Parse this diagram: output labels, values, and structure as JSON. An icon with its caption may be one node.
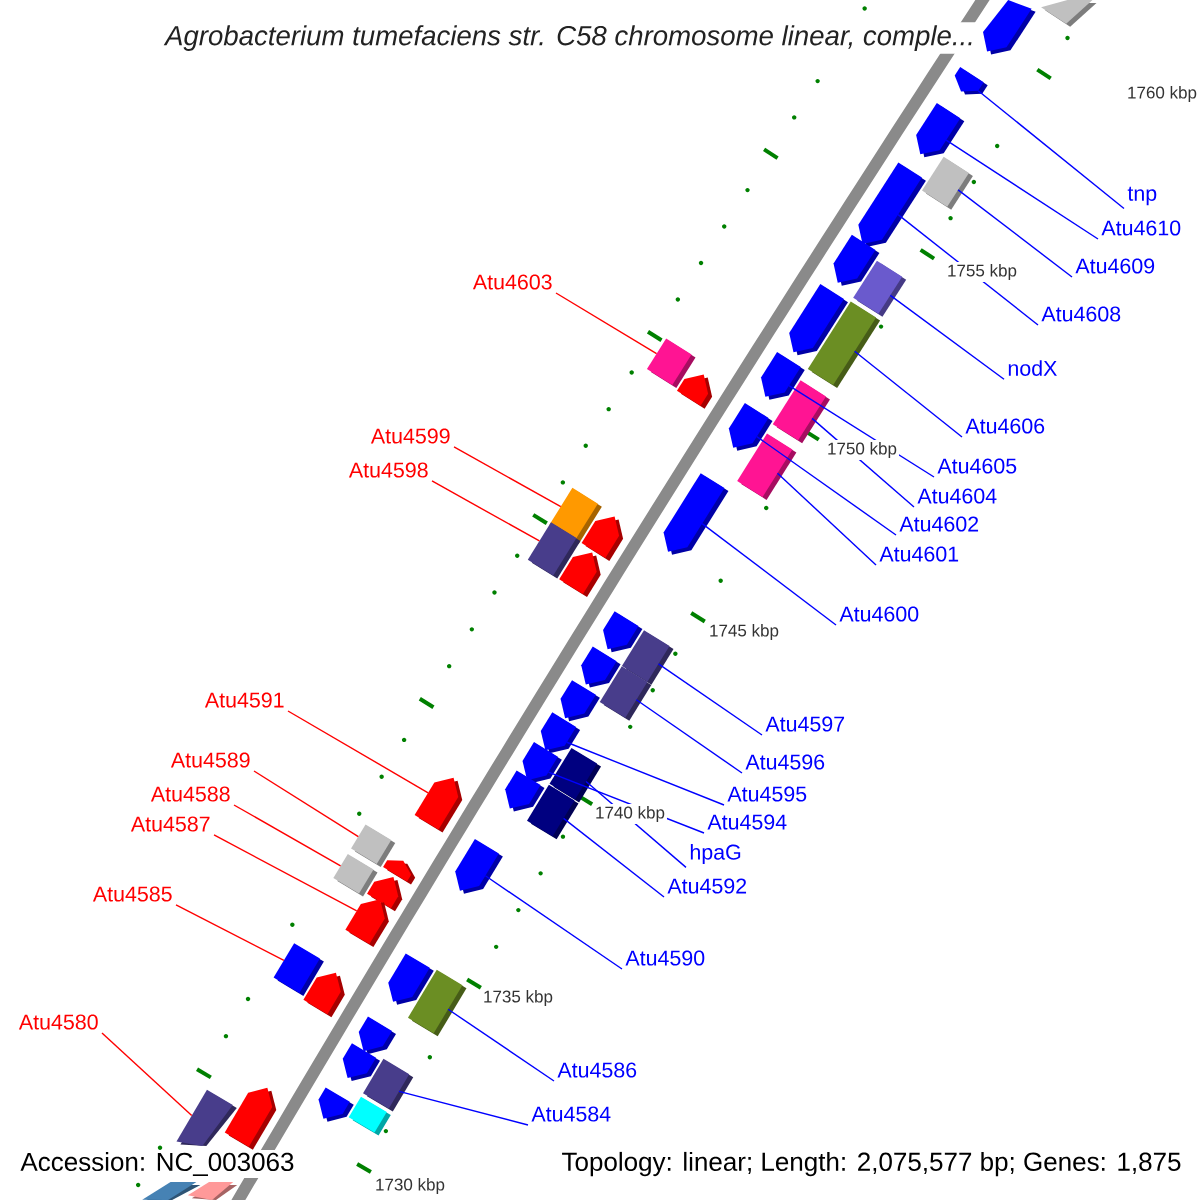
{
  "diagram": {
    "title": "Agrobacterium tumefaciens str. C58 chromosome linear, comple...",
    "nodes": [
      {
        "text": [
          "tnp"
        ]
      },
      {
        "text": [
          "Atu4610"
        ]
      },
      {
        "text": [
          "Atu4609"
        ]
      },
      {
        "text": [
          "Atu4608"
        ]
      },
      {
        "text": [
          "nodX"
        ]
      },
      {
        "text": [
          "Atu4606"
        ]
      },
      {
        "text": [
          "Atu4605"
        ]
      },
      {
        "text": [
          "Atu4604"
        ]
      },
      {
        "text": [
          "Atu4602"
        ]
      },
      {
        "text": [
          "Atu4601"
        ]
      },
      {
        "text": [
          "Atu4600"
        ]
      },
      {
        "text": [
          "Atu4597"
        ]
      },
      {
        "text": [
          "Atu4596"
        ]
      },
      {
        "text": [
          "Atu4595"
        ]
      },
      {
        "text": [
          "Atu4594"
        ]
      },
      {
        "text": [
          "hpaG"
        ]
      },
      {
        "text": [
          "Atu4592"
        ]
      },
      {
        "text": [
          "Atu4590"
        ]
      },
      {
        "text": [
          "Atu4586"
        ]
      },
      {
        "text": [
          "Atu4584"
        ]
      },
      {
        "text": [
          "Atu4603"
        ]
      },
      {
        "text": [
          "Atu4599"
        ]
      },
      {
        "text": [
          "Atu4598"
        ]
      },
      {
        "text": [
          "Atu4591"
        ]
      },
      {
        "text": [
          "Atu4589"
        ]
      },
      {
        "text": [
          "Atu4588"
        ]
      },
      {
        "text": [
          "Atu4587"
        ]
      },
      {
        "text": [
          "Atu4585"
        ]
      },
      {
        "text": [
          "Atu4580"
        ]
      },
      {
        "text": [],
        "shape": "arrow"
      },
      {
        "text": [],
        "shape": "box"
      },
      {
        "text": [],
        "shape": "arrow"
      },
      {
        "text": [],
        "shape": "arrow"
      },
      {
        "text": [],
        "shape": "box"
      },
      {
        "text": [],
        "shape": "arrow"
      },
      {
        "text": [],
        "shape": "arrow"
      },
      {
        "text": [],
        "shape": "box"
      },
      {
        "text": [],
        "shape": "arrow"
      },
      {
        "text": [],
        "shape": "box"
      },
      {
        "text": [],
        "shape": "arrow"
      },
      {
        "text": [],
        "shape": "box"
      },
      {
        "text": [],
        "shape": "arrow"
      },
      {
        "text": [],
        "shape": "box"
      },
      {
        "text": [],
        "shape": "arrow"
      },
      {
        "text": [],
        "shape": "arrow"
      },
      {
        "text": [],
        "shape": "box"
      },
      {
        "text": [],
        "shape": "box"
      },
      {
        "text": [],
        "shape": "arrow"
      },
      {
        "text": [],
        "shape": "arrow"
      },
      {
        "text": [],
        "shape": "arrow"
      },
      {
        "text": [],
        "shape": "arrow"
      },
      {
        "text": [],
        "shape": "arrow"
      },
      {
        "text": [],
        "shape": "box"
      },
      {
        "text": [],
        "shape": "box"
      },
      {
        "text": [],
        "shape": "arrow"
      },
      {
        "text": [],
        "shape": "arrow"
      },
      {
        "text": [],
        "shape": "box"
      },
      {
        "text": [],
        "shape": "arrow"
      },
      {
        "text": [],
        "shape": "arrow"
      },
      {
        "text": [],
        "shape": "arrow"
      },
      {
        "text": [],
        "shape": "box"
      },
      {
        "text": [],
        "shape": "box"
      },
      {
        "text": [],
        "shape": "box"
      },
      {
        "text": [],
        "shape": "arrow"
      },
      {
        "text": [],
        "shape": "box"
      },
      {
        "text": [],
        "shape": "arrow"
      },
      {
        "text": [],
        "shape": "box"
      },
      {
        "text": [],
        "shape": "arrow"
      },
      {
        "text": [],
        "shape": "arrow"
      },
      {
        "text": [],
        "shape": "box"
      },
      {
        "text": [],
        "shape": "box"
      },
      {
        "text": [],
        "shape": "arrow"
      },
      {
        "text": [],
        "shape": "arrow"
      },
      {
        "text": [],
        "shape": "arrow"
      },
      {
        "text": [],
        "shape": "box"
      },
      {
        "text": [],
        "shape": "arrow"
      },
      {
        "text": [],
        "shape": "arrow"
      },
      {
        "text": [],
        "shape": "box"
      },
      {
        "text": [],
        "shape": "arrow"
      },
      {
        "text": [],
        "shape": "box"
      }
    ],
    "edges": [
      {
        "from": 0,
        "to": 31,
        "arrow": "none"
      },
      {
        "from": 1,
        "to": 32,
        "arrow": "none"
      },
      {
        "from": 2,
        "to": 33,
        "arrow": "none"
      },
      {
        "from": 3,
        "to": 34,
        "arrow": "none"
      },
      {
        "from": 4,
        "to": 36,
        "arrow": "none"
      },
      {
        "from": 5,
        "to": 38,
        "arrow": "none"
      },
      {
        "from": 6,
        "to": 39,
        "arrow": "none"
      },
      {
        "from": 7,
        "to": 40,
        "arrow": "none"
      },
      {
        "from": 8,
        "to": 41,
        "arrow": "none"
      },
      {
        "from": 9,
        "to": 42,
        "arrow": "none"
      },
      {
        "from": 10,
        "to": 43,
        "arrow": "none"
      },
      {
        "from": 11,
        "to": 45,
        "arrow": "none"
      },
      {
        "from": 12,
        "to": 46,
        "arrow": "none"
      },
      {
        "from": 13,
        "to": 49,
        "arrow": "none"
      },
      {
        "from": 14,
        "to": 50,
        "arrow": "none"
      },
      {
        "from": 15,
        "to": 52,
        "arrow": "none"
      },
      {
        "from": 16,
        "to": 53,
        "arrow": "none"
      },
      {
        "from": 17,
        "to": 54,
        "arrow": "none"
      },
      {
        "from": 18,
        "to": 56,
        "arrow": "none"
      },
      {
        "from": 19,
        "to": 60,
        "arrow": "none"
      },
      {
        "from": 20,
        "to": 62,
        "arrow": "none",
        "color": "#ff0000"
      },
      {
        "from": 21,
        "to": 64,
        "arrow": "none",
        "color": "#ff0000"
      },
      {
        "from": 22,
        "to": 66,
        "arrow": "none",
        "color": "#ff0000"
      },
      {
        "from": 23,
        "to": 68,
        "arrow": "none",
        "color": "#ff0000"
      },
      {
        "from": 24,
        "to": 69,
        "arrow": "none",
        "color": "#ff0000"
      },
      {
        "from": 25,
        "to": 70,
        "arrow": "none",
        "color": "#ff0000"
      },
      {
        "from": 26,
        "to": 73,
        "arrow": "none",
        "color": "#ff0000"
      },
      {
        "from": 27,
        "to": 74,
        "arrow": "none",
        "color": "#ff0000"
      },
      {
        "from": 28,
        "to": 77,
        "arrow": "none",
        "color": "#ff0000"
      }
    ],
    "labels": [
      "1760 kbp",
      "1755 kbp",
      "1750 kbp",
      "1745 kbp",
      "1740 kbp",
      "1735 kbp",
      "1730 kbp",
      "Accession: NC_003063",
      "Topology: linear; Length: 2,075,577 bp; Genes: 1,875"
    ]
  }
}
